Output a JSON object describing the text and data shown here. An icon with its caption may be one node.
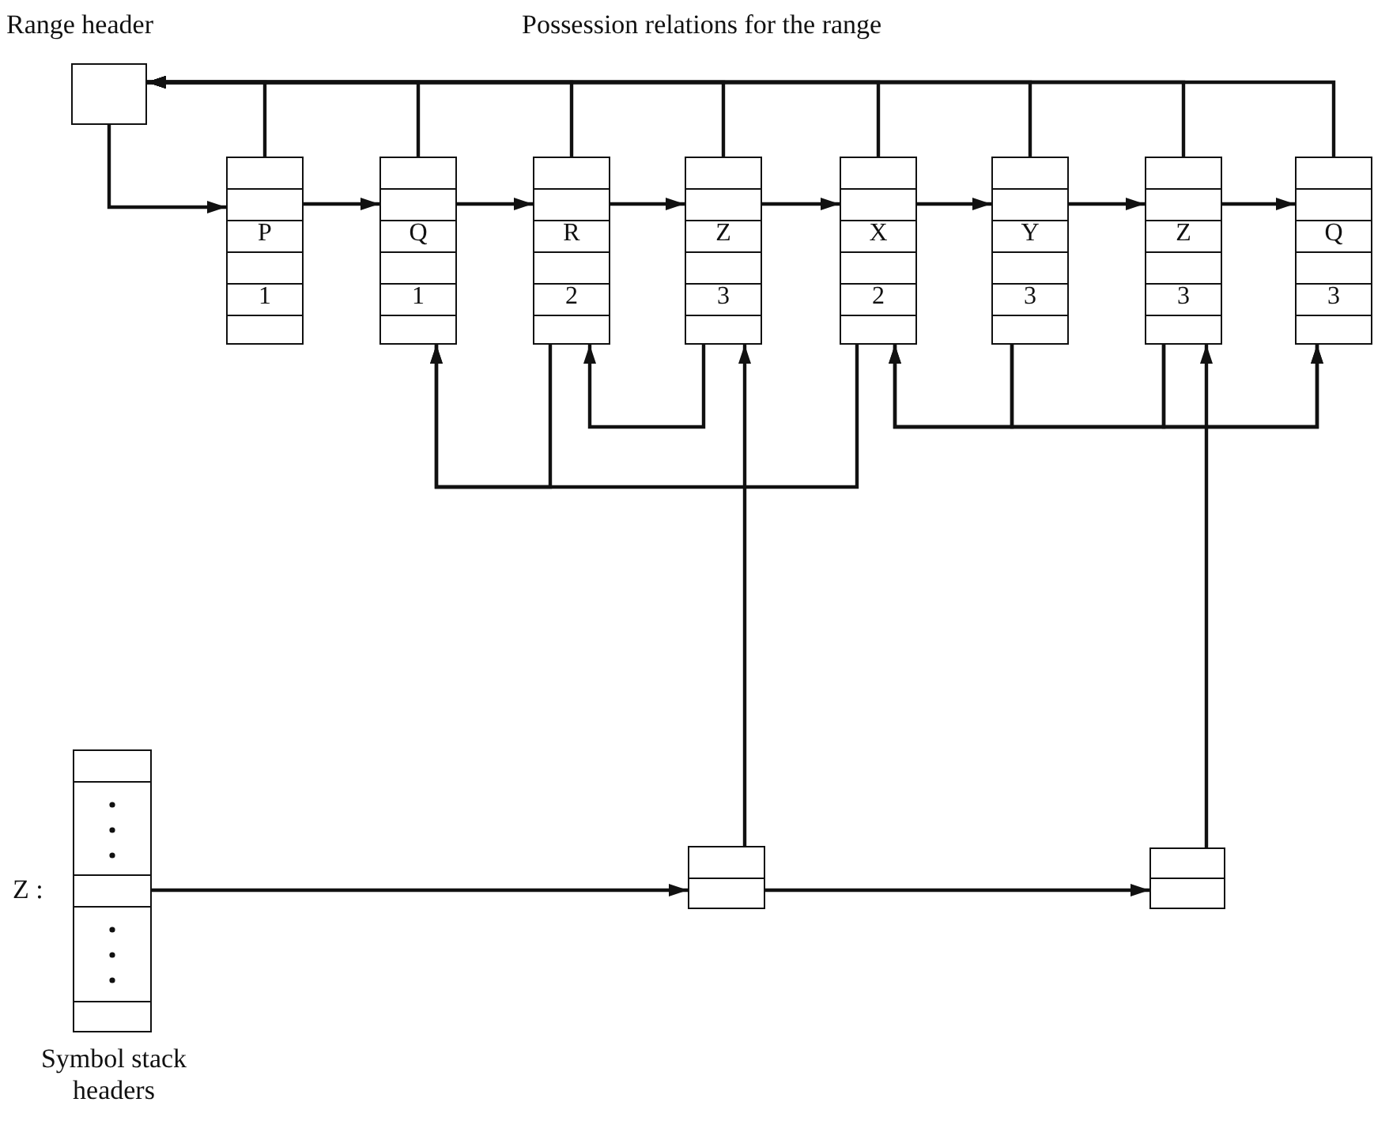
{
  "diagram": {
    "title": "Possession relations for the range",
    "nodes": [
      {
        "text": [
          "Range header"
        ]
      },
      {
        "text": [
          "P",
          "1"
        ]
      },
      {
        "text": [
          "Q",
          "1"
        ]
      },
      {
        "text": [
          "R",
          "2"
        ]
      },
      {
        "text": [
          "Z",
          "3"
        ]
      },
      {
        "text": [
          "X",
          "2"
        ]
      },
      {
        "text": [
          "Y",
          "3"
        ]
      },
      {
        "text": [
          "Z",
          "3"
        ]
      },
      {
        "text": [
          "Q",
          "3"
        ]
      },
      {
        "text": [
          "Symbol stack headers"
        ],
        "beside": [
          "Z :"
        ]
      },
      {
        "text": [],
        "shape": "box"
      },
      {
        "text": [],
        "shape": "box"
      }
    ],
    "edges": [
      {
        "from": 1,
        "to": 0,
        "arrow": "to"
      },
      {
        "from": 2,
        "to": 0,
        "arrow": "to"
      },
      {
        "from": 3,
        "to": 0,
        "arrow": "to"
      },
      {
        "from": 4,
        "to": 0,
        "arrow": "to"
      },
      {
        "from": 5,
        "to": 0,
        "arrow": "to"
      },
      {
        "from": 6,
        "to": 0,
        "arrow": "to"
      },
      {
        "from": 7,
        "to": 0,
        "arrow": "to"
      },
      {
        "from": 8,
        "to": 0,
        "arrow": "to"
      },
      {
        "from": 0,
        "to": 1,
        "arrow": "to"
      },
      {
        "from": 1,
        "to": 2,
        "arrow": "to"
      },
      {
        "from": 2,
        "to": 3,
        "arrow": "to"
      },
      {
        "from": 3,
        "to": 4,
        "arrow": "to"
      },
      {
        "from": 4,
        "to": 5,
        "arrow": "to"
      },
      {
        "from": 5,
        "to": 6,
        "arrow": "to"
      },
      {
        "from": 6,
        "to": 7,
        "arrow": "to"
      },
      {
        "from": 7,
        "to": 8,
        "arrow": "to"
      },
      {
        "from": 3,
        "to": 2,
        "arrow": "to"
      },
      {
        "from": 5,
        "to": 2,
        "arrow": "to"
      },
      {
        "from": 4,
        "to": 3,
        "arrow": "to"
      },
      {
        "from": 6,
        "to": 5,
        "arrow": "to"
      },
      {
        "from": 6,
        "to": 8,
        "arrow": "to"
      },
      {
        "from": 7,
        "to": 5,
        "arrow": "to"
      },
      {
        "from": 7,
        "to": 8,
        "arrow": "to"
      },
      {
        "from": 10,
        "to": 4,
        "arrow": "to"
      },
      {
        "from": 11,
        "to": 7,
        "arrow": "to"
      },
      {
        "from": 9,
        "to": 10,
        "arrow": "to"
      },
      {
        "from": 10,
        "to": 11,
        "arrow": "to"
      }
    ]
  }
}
